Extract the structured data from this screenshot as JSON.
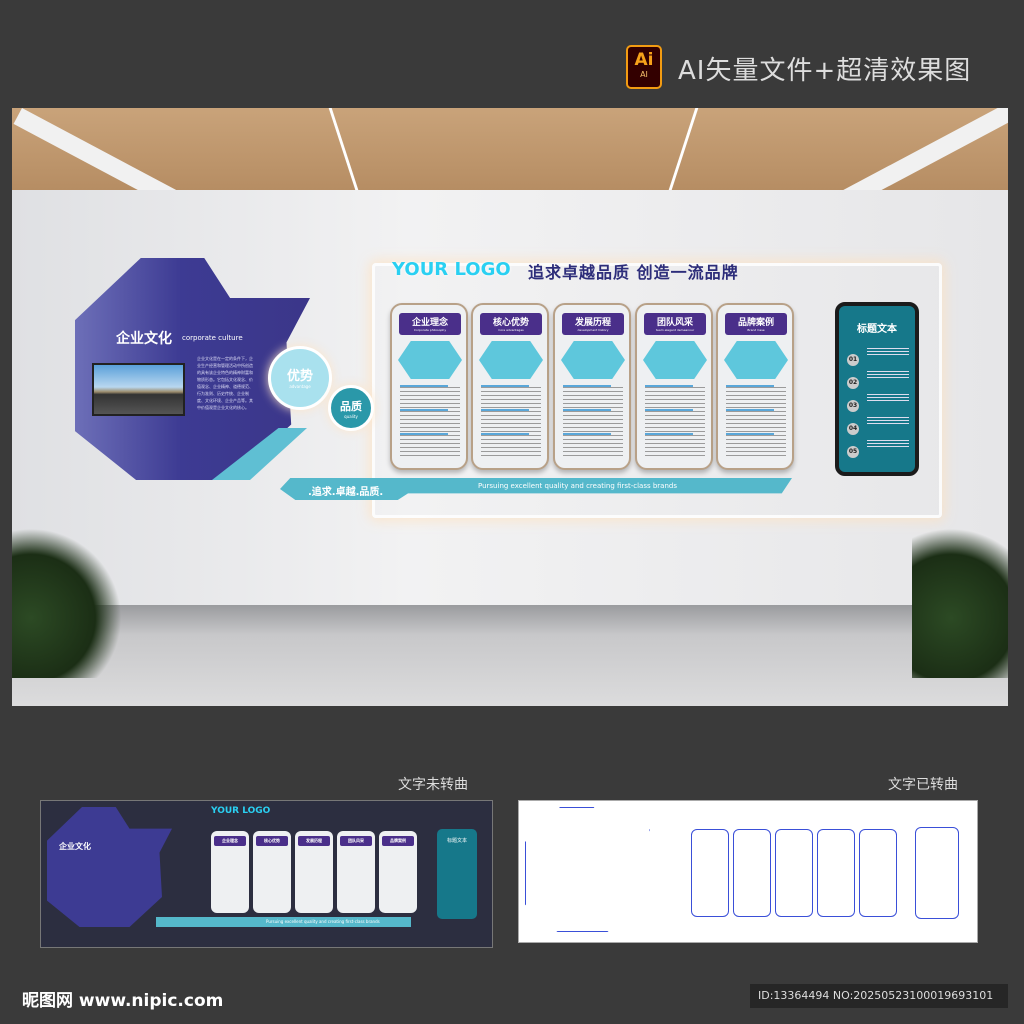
{
  "header": {
    "badge_big": "Ai",
    "badge_small": "AI",
    "title": "AI矢量文件+超清效果图"
  },
  "left_panel": {
    "title": "企业文化",
    "subtitle": "corporate culture",
    "body": "企业文化是在一定的条件下，企业生产经营和管理活动中所创造的具有该企业特色的精神财富和物质形态。它包括文化观念、价值观念、企业精神、道德规范、行为准则、历史传统、企业制度、文化环境、企业产品等。其中价值观是企业文化的核心。"
  },
  "circles": [
    {
      "label": "优势",
      "sub": "advantage"
    },
    {
      "label": "品质",
      "sub": "quality"
    }
  ],
  "logo": "YOUR LOGO",
  "slogan": "追求卓越品质  创造一流品牌",
  "cards": [
    {
      "title": "企业理念",
      "sub": "Corporate philosophy"
    },
    {
      "title": "核心优势",
      "sub": "Core advantages"
    },
    {
      "title": "发展历程",
      "sub": "development history"
    },
    {
      "title": "团队风采",
      "sub": "team elegant demeanour"
    },
    {
      "title": "品牌案例",
      "sub": "Brand Case"
    }
  ],
  "right_panel": {
    "title": "标题文本",
    "items": [
      "01",
      "02",
      "03",
      "04",
      "05"
    ]
  },
  "ribbon": {
    "left": ".追求.卓越.品质.",
    "right": "Pursuing excellent quality and creating first-class brands"
  },
  "previews": {
    "left_label": "文字未转曲",
    "right_label": "文字已转曲"
  },
  "footer": {
    "site": "昵图网 www.nipic.com",
    "id": "ID:13364494 NO:20250523100019693101"
  },
  "colors": {
    "purple": "#3d3b93",
    "teal": "#16788a",
    "cyan": "#55b8cb"
  }
}
